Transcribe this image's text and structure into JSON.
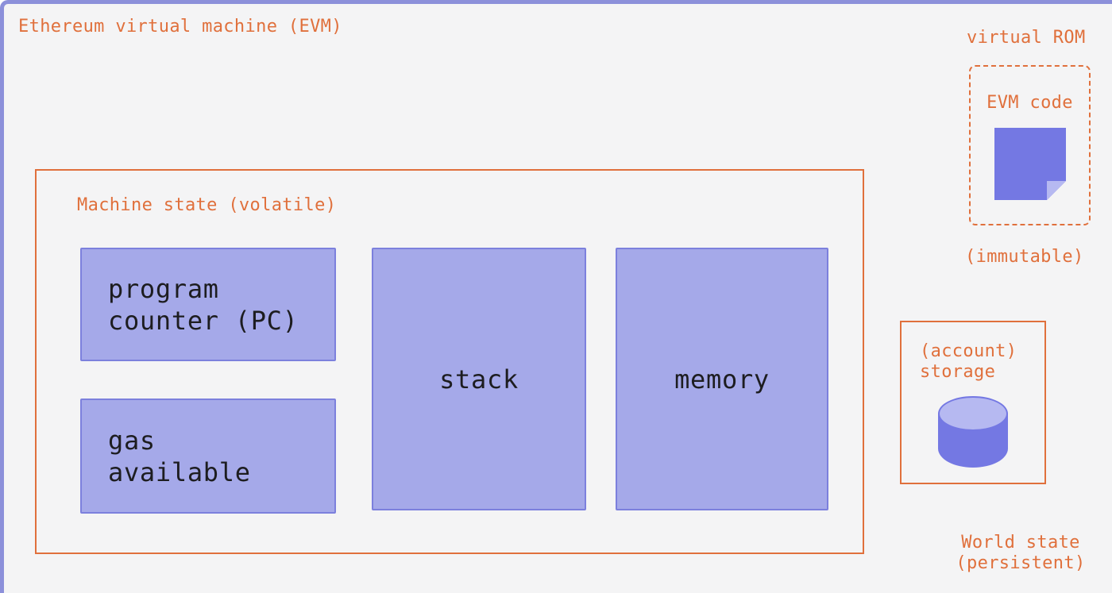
{
  "title": "Ethereum virtual machine (EVM)",
  "machine_state": {
    "label": "Machine state (volatile)",
    "program_counter": "program\ncounter (PC)",
    "gas_available": "gas\navailable",
    "stack": "stack",
    "memory": "memory"
  },
  "virtual_rom": {
    "label": "virtual ROM",
    "code_label": "EVM code",
    "immutable_label": "(immutable)",
    "icon": "document-note-icon"
  },
  "storage": {
    "label": "(account)\nstorage",
    "icon": "database-cylinder-icon"
  },
  "world_state": {
    "label": "World state\n(persistent)"
  },
  "colors": {
    "background": "#f4f4f5",
    "frame_purple": "#8c90da",
    "accent_orange": "#e0703c",
    "box_fill": "#a5a9e9",
    "box_border": "#7c80dd",
    "icon_purple": "#7478e3",
    "icon_purple_light": "#b6b9f1",
    "text_black": "#1d1d20"
  }
}
